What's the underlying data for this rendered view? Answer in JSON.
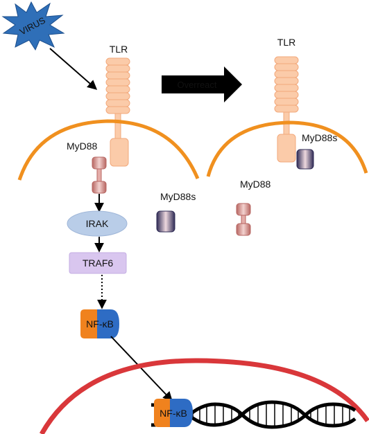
{
  "labels": {
    "virus": "VIRUS",
    "tlr_left": "TLR",
    "tlr_right": "TLR",
    "overreact": "Overreact",
    "myd88_left": "MyD88",
    "myd88s_left": "MyD88s",
    "myd88s_right": "MyD88s",
    "myd88_right": "MyD88",
    "irak": "IRAK",
    "traf6": "TRAF6",
    "nfkb_upper": "NF-κB",
    "nfkb_lower": "NF-κB"
  },
  "colors": {
    "virus": "#2f6fb8",
    "receptor": "#fbcba9",
    "membrane": "#f0901f",
    "myd88": "#c97b78",
    "myd88s_dark": "#3f3a63",
    "irak": "#b9cde8",
    "traf6": "#d9c6ef",
    "nfkb_orange": "#f0821e",
    "nfkb_blue": "#2e6cc4",
    "nucleus": "#d9373a"
  }
}
